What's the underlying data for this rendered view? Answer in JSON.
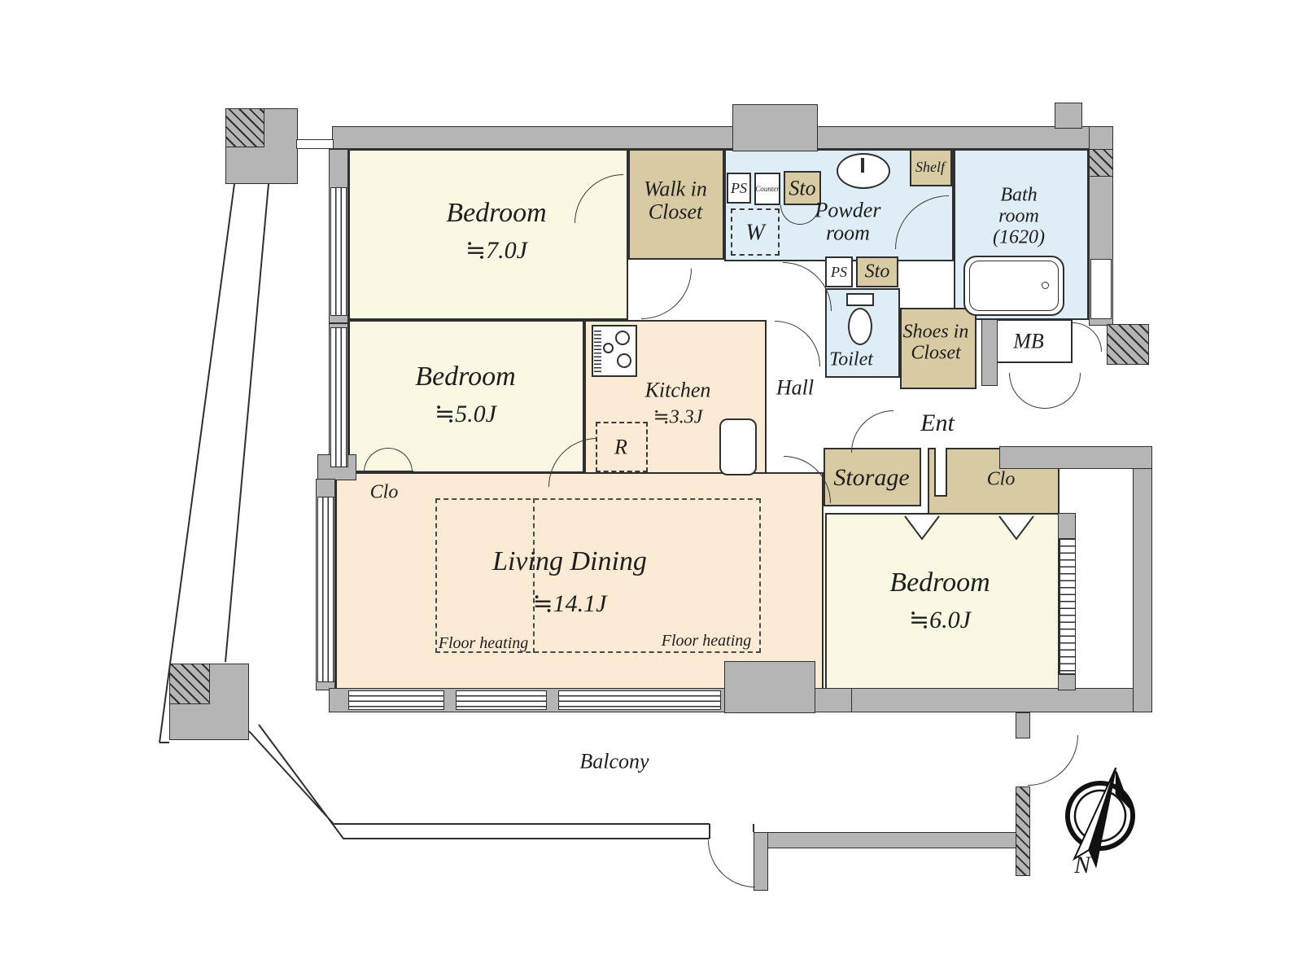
{
  "colors": {
    "cream": "#FAF7E3",
    "peach": "#FBEAD4",
    "blue": "#DFEDF6",
    "tan": "#D8CBA3",
    "wall": "#B5B5B5"
  },
  "rooms": {
    "bedroom_top": {
      "name": "Bedroom",
      "size": "≒7.0J"
    },
    "bedroom_mid": {
      "name": "Bedroom",
      "size": "≒5.0J"
    },
    "bedroom_right": {
      "name": "Bedroom",
      "size": "≒6.0J"
    },
    "living": {
      "name": "Living Dining",
      "size": "≒14.1J"
    },
    "kitchen": {
      "name": "Kitchen",
      "size": "≒3.3J"
    },
    "walk_in_closet": {
      "line1": "Walk in",
      "line2": "Closet"
    },
    "powder_room": {
      "line1": "Powder",
      "line2": "room"
    },
    "bath_room": {
      "line1": "Bath",
      "line2": "room",
      "line3": "(1620)"
    },
    "shoes_in_closet": {
      "line1": "Shoes in",
      "line2": "Closet"
    },
    "toilet": "Toilet",
    "hall": "Hall",
    "ent": "Ent",
    "storage": "Storage",
    "balcony": "Balcony"
  },
  "small_labels": {
    "clo_left": "Clo",
    "clo_right": "Clo",
    "shelf": "Shelf",
    "sto_top": "Sto",
    "sto_mid": "Sto",
    "ps_top": "PS",
    "ps_mid": "PS",
    "counter": "Counter",
    "washer": "W",
    "fridge": "R",
    "mb": "MB",
    "floor_heating_left": "Floor heating",
    "floor_heating_right": "Floor heating",
    "compass_north": "N"
  }
}
